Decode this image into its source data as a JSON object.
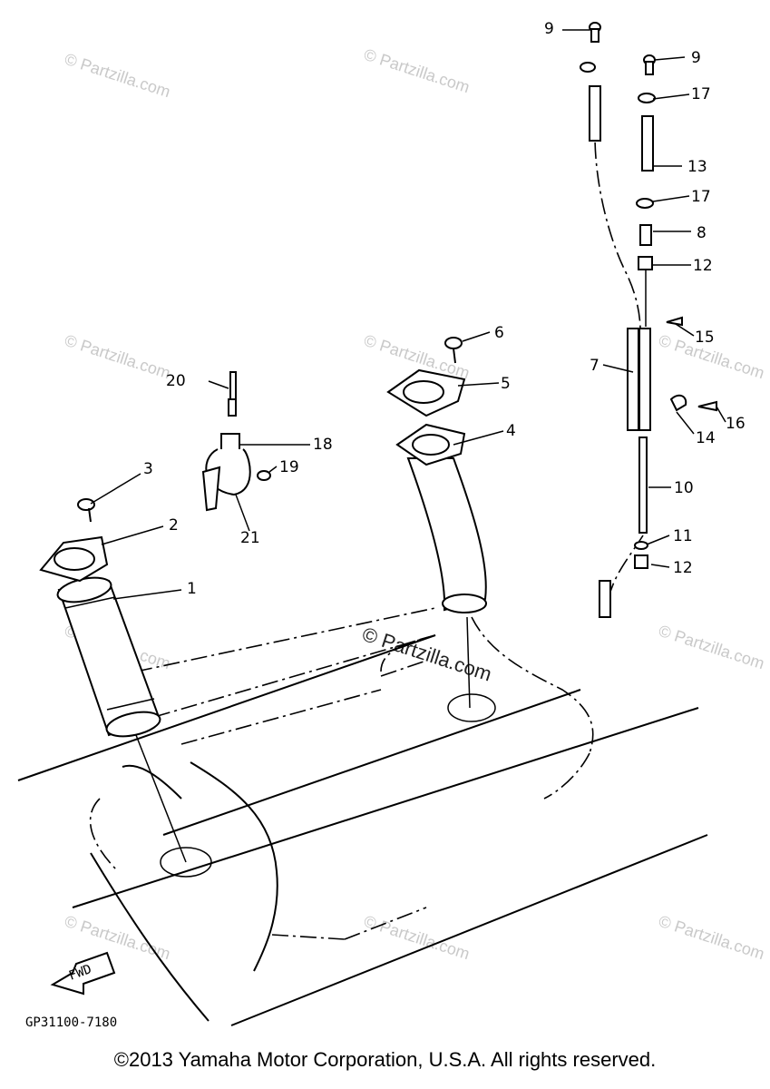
{
  "callouts": {
    "c1": "1",
    "c2": "2",
    "c3": "3",
    "c4": "4",
    "c5": "5",
    "c6": "6",
    "c7": "7",
    "c8": "8",
    "c9a": "9",
    "c9b": "9",
    "c10": "10",
    "c11": "11",
    "c12a": "12",
    "c12b": "12",
    "c13": "13",
    "c14": "14",
    "c15": "15",
    "c16": "16",
    "c17a": "17",
    "c17b": "17",
    "c18": "18",
    "c19": "19",
    "c20": "20",
    "c21": "21"
  },
  "fwd_label": "FWD",
  "diagram_code": "GP31100-7180",
  "watermark": {
    "symbol": "©",
    "text": "Partzilla.com"
  },
  "copyright": "©2013 Yamaha Motor Corporation, U.S.A. All rights reserved."
}
